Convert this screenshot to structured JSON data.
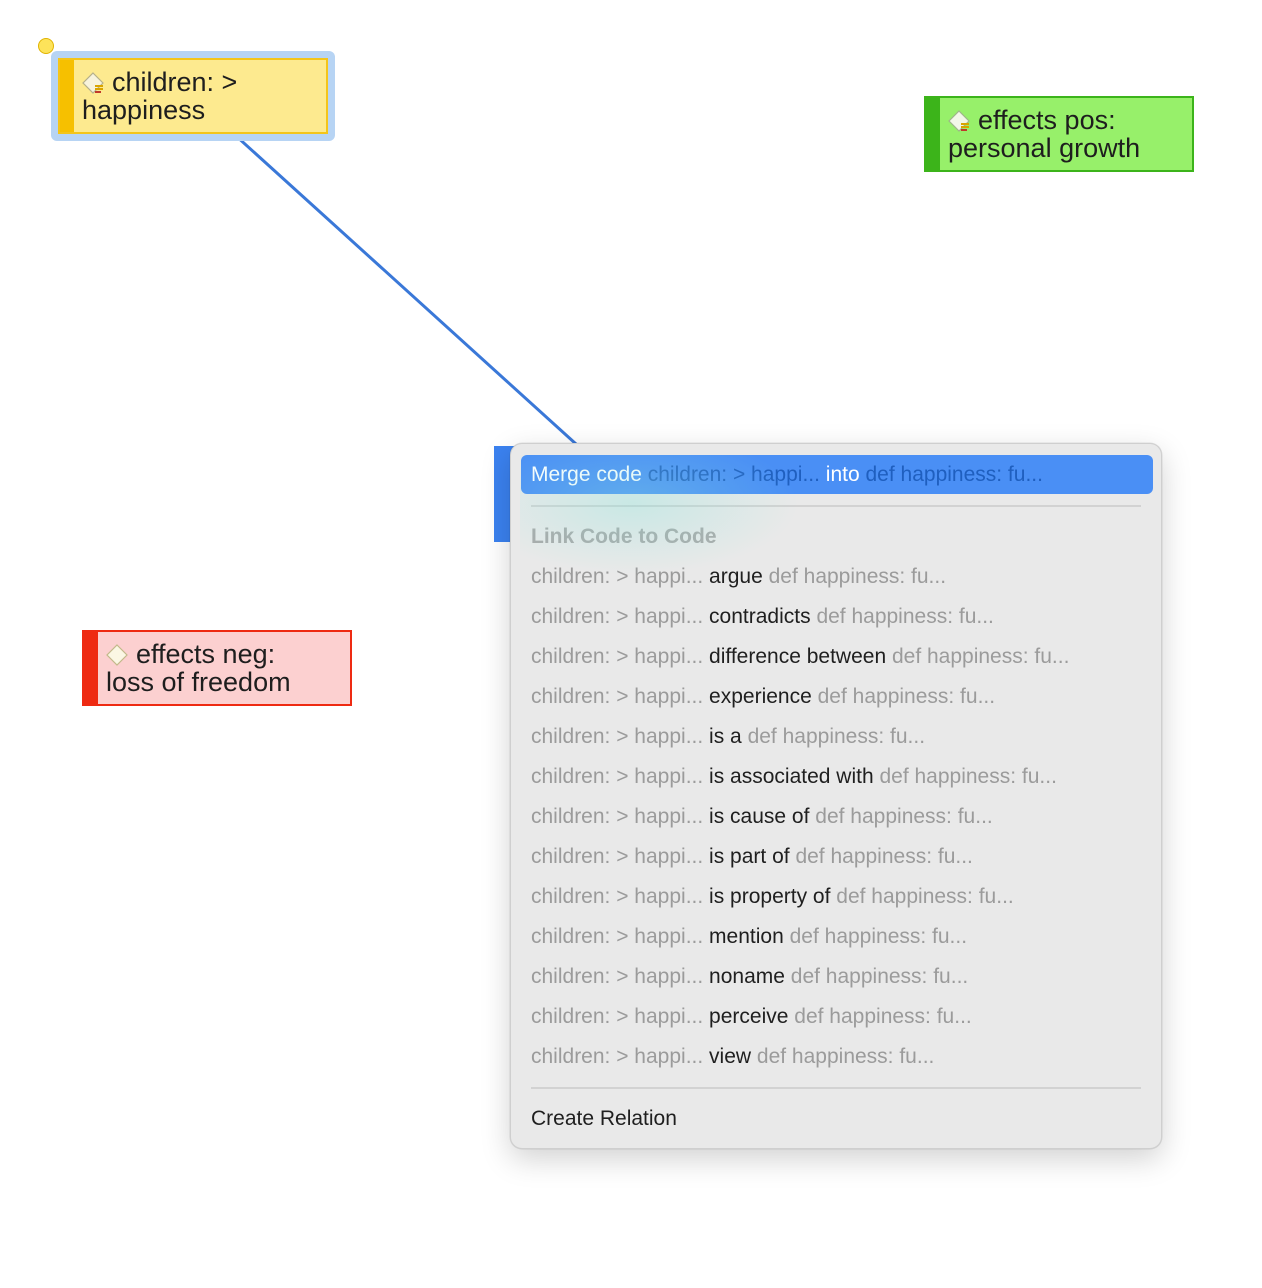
{
  "nodes": {
    "children": {
      "line1": "children: >",
      "line2": "happiness",
      "color": "#fdea8f",
      "bar_color": "#f6c000"
    },
    "pos": {
      "line1": "effects pos:",
      "line2": "personal growth",
      "color": "#97f06a",
      "bar_color": "#3cb41a"
    },
    "neg": {
      "line1": "effects neg:",
      "line2": "loss of freedom",
      "color": "#fcd0d0",
      "bar_color": "#ee2a12"
    }
  },
  "menu": {
    "merge": {
      "verb": "Merge code",
      "source": "children: > happi...",
      "into": "into",
      "target": "def happiness: fu..."
    },
    "section_header": "Link Code to Code",
    "relations": [
      {
        "source": "children: > happi...",
        "relation": "argue",
        "target": "def happiness: fu..."
      },
      {
        "source": "children: > happi...",
        "relation": "contradicts",
        "target": "def happiness: fu..."
      },
      {
        "source": "children: > happi...",
        "relation": "difference between",
        "target": "def happiness: fu..."
      },
      {
        "source": "children: > happi...",
        "relation": "experience",
        "target": "def happiness: fu..."
      },
      {
        "source": "children: > happi...",
        "relation": "is a",
        "target": "def happiness: fu..."
      },
      {
        "source": "children: > happi...",
        "relation": "is associated with",
        "target": "def happiness: fu..."
      },
      {
        "source": "children: > happi...",
        "relation": "is cause of",
        "target": "def happiness: fu..."
      },
      {
        "source": "children: > happi...",
        "relation": "is part of",
        "target": "def happiness: fu..."
      },
      {
        "source": "children: > happi...",
        "relation": "is property of",
        "target": "def happiness: fu..."
      },
      {
        "source": "children: > happi...",
        "relation": "mention",
        "target": "def happiness: fu..."
      },
      {
        "source": "children: > happi...",
        "relation": "noname",
        "target": "def happiness: fu..."
      },
      {
        "source": "children: > happi...",
        "relation": "perceive",
        "target": "def happiness: fu..."
      },
      {
        "source": "children: > happi...",
        "relation": "view",
        "target": "def happiness: fu..."
      }
    ],
    "create_relation": "Create Relation"
  },
  "colors": {
    "link_line": "#3a78d8",
    "highlight": "#4a8ff5"
  }
}
